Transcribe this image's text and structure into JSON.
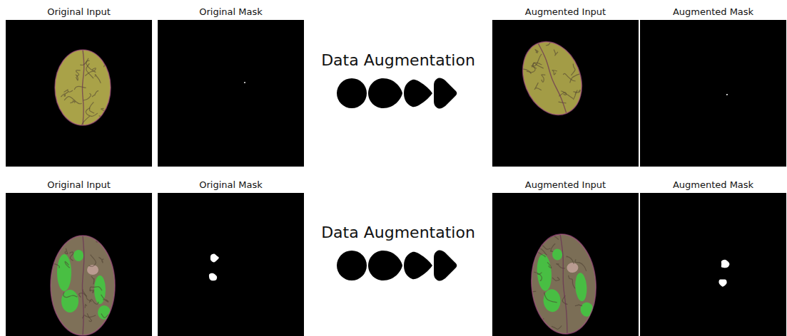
{
  "diagram": {
    "nodes": [
      {
        "text": [
          "Original Input"
        ]
      },
      {
        "text": [
          "Original Mask"
        ]
      },
      {
        "text": [
          "Augmented Input"
        ]
      },
      {
        "text": [
          "Augmented Mask"
        ]
      },
      {
        "text": [
          "Original Input"
        ]
      },
      {
        "text": [
          "Original Mask"
        ]
      },
      {
        "text": [
          "Augmented Input"
        ]
      },
      {
        "text": [
          "Augmented Mask"
        ]
      }
    ],
    "labels": [
      "Data Augmentation",
      "Data Augmentation"
    ]
  }
}
